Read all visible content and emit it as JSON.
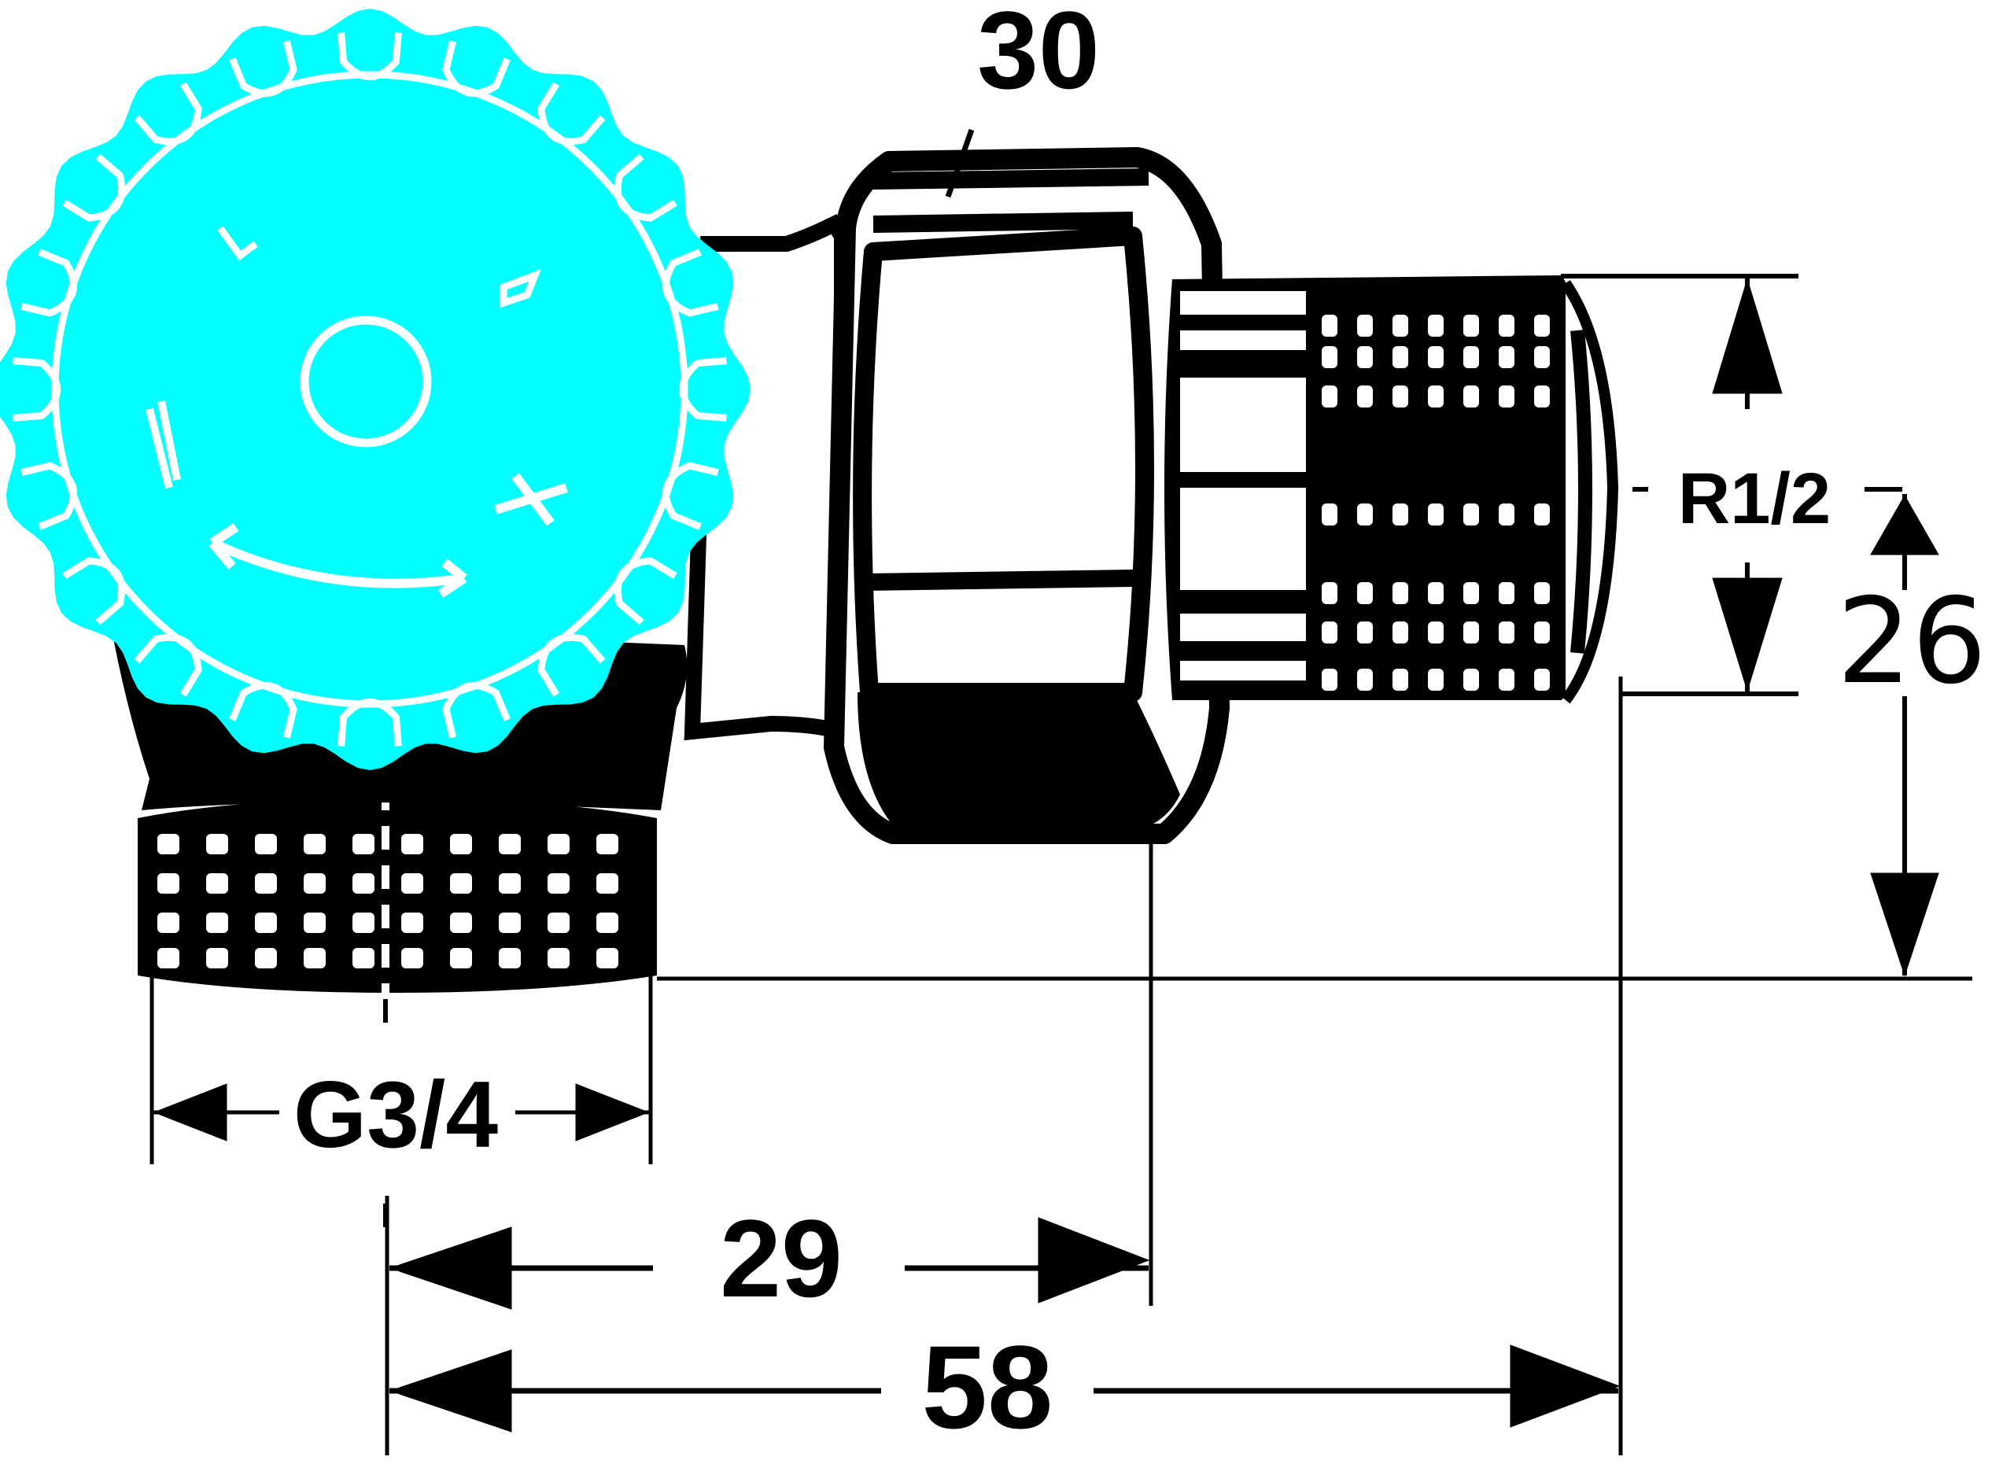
{
  "colors": {
    "knob": "#00FFFF",
    "line": "#000000",
    "background": "#FFFFFF"
  },
  "part": {
    "name_icons": {
      "knob": "hand-wheel-icon",
      "center_mark": "circle-icon",
      "plus_mark": "plus-icon",
      "minus_mark": "minus-icon",
      "rotate_arrows": "bidirectional-rotate-arrow-icon"
    }
  },
  "dimensions": {
    "hex_width": {
      "label": "30",
      "value": 30,
      "unit": "mm"
    },
    "outlet_thread": {
      "label": "R1/2"
    },
    "height": {
      "label": "26",
      "value": 26,
      "unit": "mm"
    },
    "inlet_thread": {
      "label": "G3/4"
    },
    "axis_to_nut": {
      "label": "29",
      "value": 29,
      "unit": "mm"
    },
    "overall_length": {
      "label": "58",
      "value": 58,
      "unit": "mm"
    }
  }
}
